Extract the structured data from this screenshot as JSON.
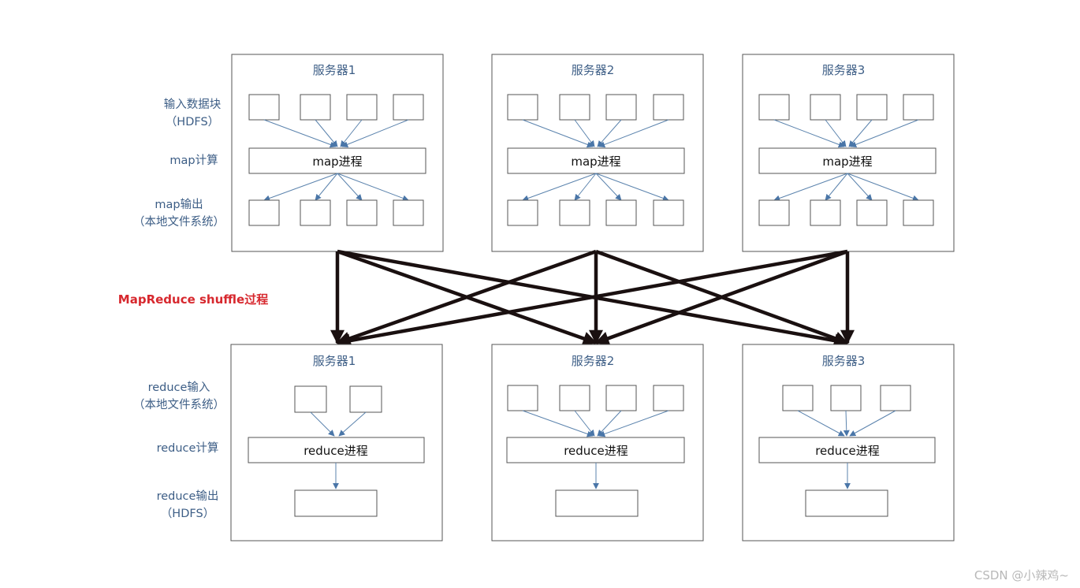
{
  "servers_top": [
    {
      "title": "服务器1",
      "process": "map进程"
    },
    {
      "title": "服务器2",
      "process": "map进程"
    },
    {
      "title": "服务器3",
      "process": "map进程"
    }
  ],
  "servers_bottom": [
    {
      "title": "服务器1",
      "process": "reduce进程",
      "inputs": 2
    },
    {
      "title": "服务器2",
      "process": "reduce进程",
      "inputs": 4
    },
    {
      "title": "服务器3",
      "process": "reduce进程",
      "inputs": 3
    }
  ],
  "side_labels": {
    "input_blocks": [
      "输入数据块",
      "（HDFS）"
    ],
    "map_compute": "map计算",
    "map_output": [
      "map输出",
      "（本地文件系统）"
    ],
    "shuffle": "MapReduce shuffle过程",
    "reduce_input": [
      "reduce输入",
      "（本地文件系统）"
    ],
    "reduce_compute": "reduce计算",
    "reduce_output": [
      "reduce输出",
      "（HDFS）"
    ]
  },
  "watermark": "CSDN @小辣鸡~",
  "colors": {
    "label_blue": "#3d5e86",
    "arrow_blue": "#5b83ad",
    "shuffle_red": "#d7282e",
    "shuffle_arrow": "#1a1010"
  }
}
